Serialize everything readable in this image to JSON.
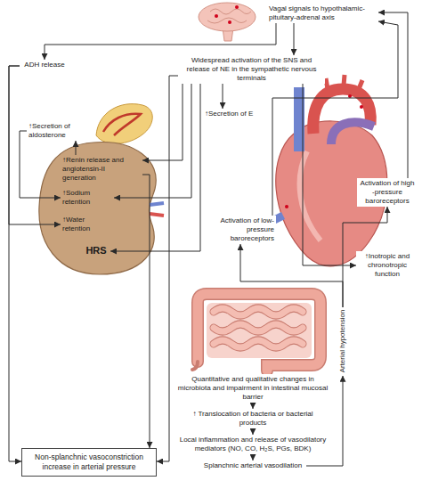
{
  "diagram": {
    "nodes": [
      {
        "text": [
          "Vagal signals to hypothalamic-pituitary-adrenal axis"
        ]
      },
      {
        "text": [
          "ADH release"
        ]
      },
      {
        "text": [
          "Widespread activation of the SNS and release of NE in the sympathetic nervous terminals"
        ]
      },
      {
        "text": [
          "↑Secretion of aldosterone"
        ]
      },
      {
        "text": [
          "↑Secretion of E"
        ]
      },
      {
        "text": [
          "↑Renin release and angiotensin-II generation"
        ]
      },
      {
        "text": [
          "↑Sodium retention"
        ]
      },
      {
        "text": [
          "↑Water retention"
        ]
      },
      {
        "text": [
          "HRS"
        ]
      },
      {
        "text": [
          "Activation of high -pressure baroreceptors"
        ]
      },
      {
        "text": [
          "Activation of low-pressure baroreceptors"
        ]
      },
      {
        "text": [
          "↑Inotropic and chronotropic function"
        ]
      },
      {
        "text": [
          "Quantitative and qualitative changes in microbiota and impairment in intestinal mucosal barrier"
        ]
      },
      {
        "text": [
          "↑ Translocation of bacteria or bacterial products"
        ]
      },
      {
        "text": [
          "Local inflammation and release of vasodilatory mediators (NO, CO, H₂S, PGs, BDK)"
        ]
      },
      {
        "text": [
          "Splanchnic arterial vasodilation"
        ]
      },
      {
        "text": [
          "Arterial hypotension"
        ]
      },
      {
        "text": [
          "Non-splanchnic vasoconstriction increase in arterial pressure"
        ]
      }
    ],
    "edges": [
      {
        "from": 9,
        "to": 0,
        "arrow": "to"
      },
      {
        "from": 10,
        "to": 0,
        "arrow": "to"
      },
      {
        "from": 0,
        "to": 1,
        "arrow": "to"
      },
      {
        "from": 0,
        "to": 2,
        "arrow": "to"
      },
      {
        "from": 1,
        "to": 7,
        "arrow": "to"
      },
      {
        "from": 1,
        "to": 17,
        "arrow": "to"
      },
      {
        "from": 2,
        "to": 4,
        "arrow": "to"
      },
      {
        "from": 2,
        "to": 5,
        "arrow": "to"
      },
      {
        "from": 2,
        "to": 6,
        "arrow": "to"
      },
      {
        "from": 2,
        "to": 8,
        "arrow": "to"
      },
      {
        "from": 2,
        "to": 11,
        "arrow": "to"
      },
      {
        "from": 2,
        "to": 17,
        "arrow": "to"
      },
      {
        "from": 3,
        "to": 6,
        "arrow": "to"
      },
      {
        "from": 5,
        "to": 3,
        "arrow": "to"
      },
      {
        "from": 5,
        "to": 17,
        "arrow": "to"
      },
      {
        "from": 12,
        "to": 13,
        "arrow": "to"
      },
      {
        "from": 13,
        "to": 14,
        "arrow": "to"
      },
      {
        "from": 14,
        "to": 15,
        "arrow": "to"
      },
      {
        "from": 15,
        "to": 16,
        "arrow": "to"
      },
      {
        "from": 16,
        "to": 9,
        "arrow": "to"
      },
      {
        "from": 16,
        "to": 10,
        "arrow": "to"
      }
    ]
  }
}
